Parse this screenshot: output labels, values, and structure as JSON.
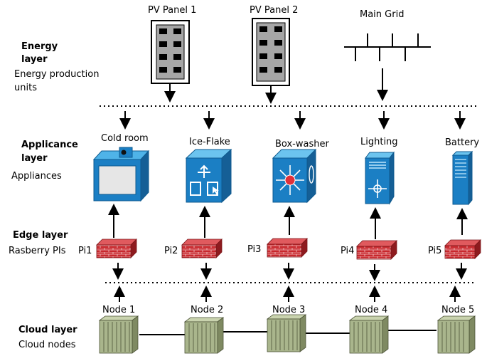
{
  "layers": {
    "energy": {
      "title_line1": "Energy",
      "title_line2": "layer",
      "desc_line1": "Energy production",
      "desc_line2": "units"
    },
    "appliance": {
      "title_line1": "Applicance",
      "title_line2": "layer",
      "desc": "Appliances"
    },
    "edge": {
      "title": "Edge layer",
      "desc": "Rasberry PIs"
    },
    "cloud": {
      "title": "Cloud layer",
      "desc": "Cloud nodes"
    }
  },
  "energy_units": [
    {
      "label": "PV Panel 1"
    },
    {
      "label": "PV Panel 2"
    },
    {
      "label": "Main Grid"
    }
  ],
  "appliances": [
    {
      "label": "Cold room",
      "icon": "cold-room-icon"
    },
    {
      "label": "Ice-Flake",
      "icon": "ice-flake-icon"
    },
    {
      "label": "Box-washer",
      "icon": "box-washer-icon"
    },
    {
      "label": "Lighting",
      "icon": "lighting-icon"
    },
    {
      "label": "Battery",
      "icon": "battery-icon"
    }
  ],
  "pis": [
    {
      "label": "Pi1"
    },
    {
      "label": "Pi2"
    },
    {
      "label": "Pi3"
    },
    {
      "label": "Pi4"
    },
    {
      "label": "Pi5"
    }
  ],
  "nodes": [
    {
      "label": "Node 1"
    },
    {
      "label": "Node 2"
    },
    {
      "label": "Node 3"
    },
    {
      "label": "Node 4"
    },
    {
      "label": "Node 5"
    }
  ],
  "colors": {
    "panel_gray": "#a6a6a6",
    "appliance_blue": "#1b7fc4",
    "appliance_light": "#4fb3e8",
    "firewall_red": "#c8282d",
    "server_green": "#a9b58c"
  }
}
